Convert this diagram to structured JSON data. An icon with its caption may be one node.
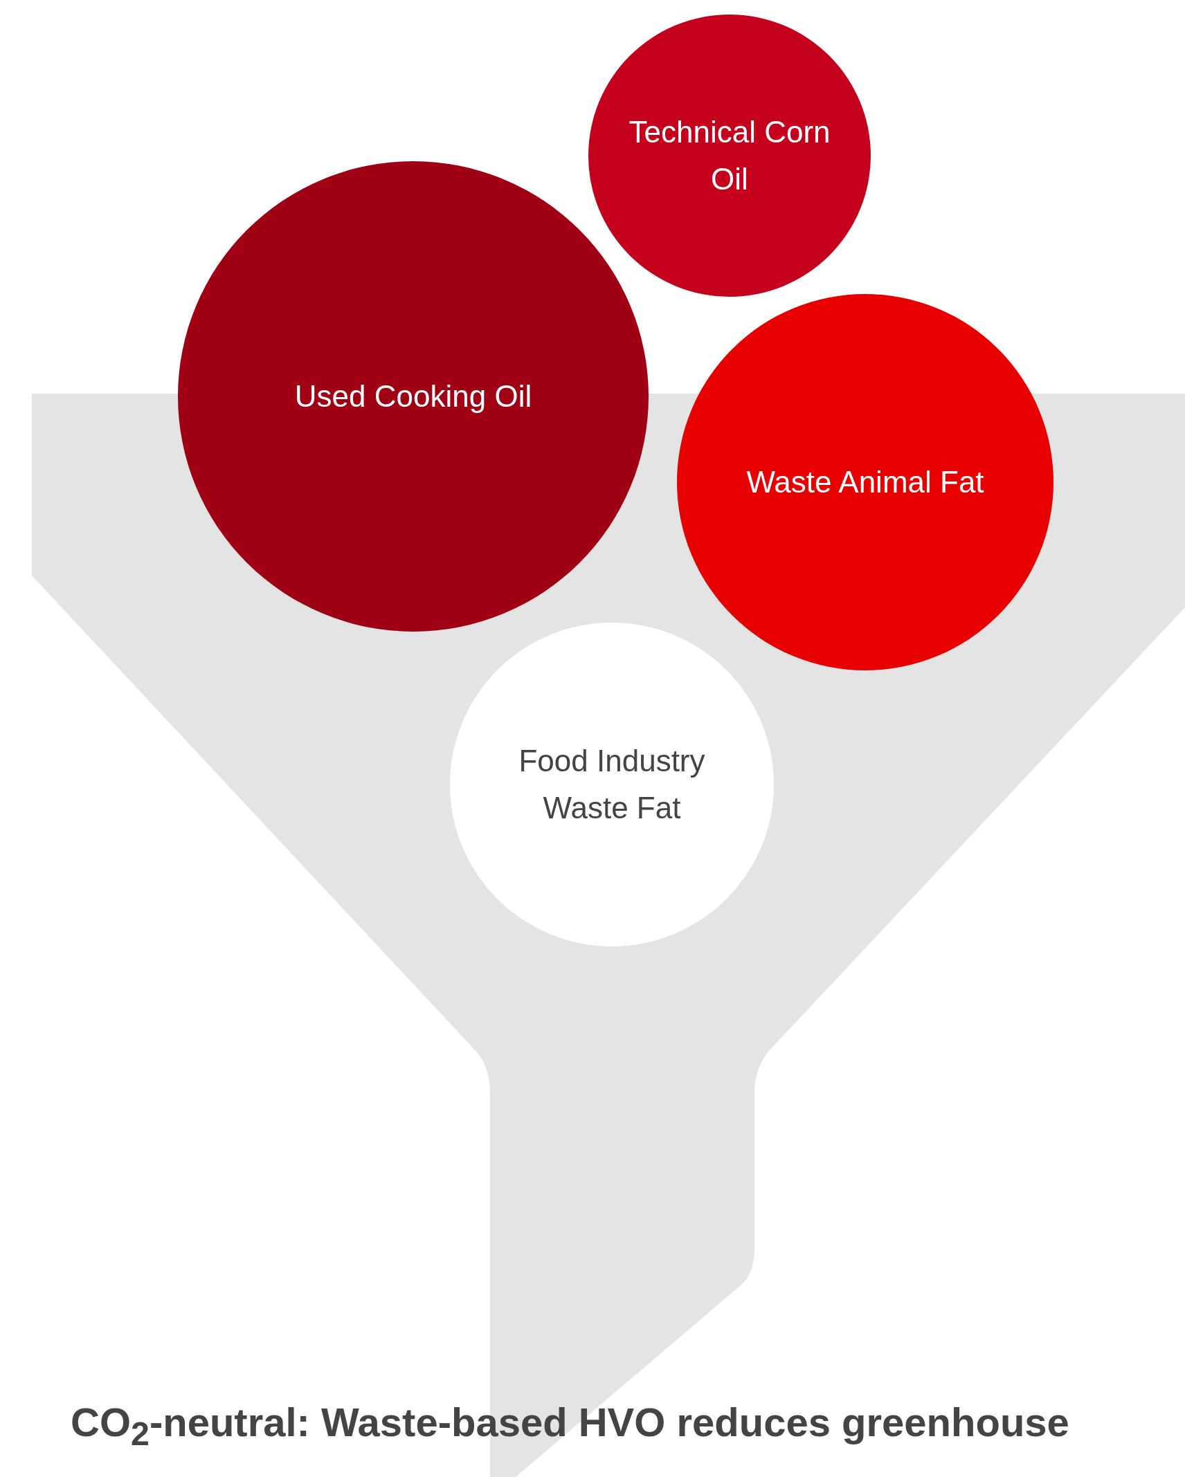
{
  "diagram": {
    "caption": "CO$_{2}$-neutral: Waste-based HVO reduces greenhouse",
    "nodes": [
      {
        "text": [
          "Technical Corn Oil"
        ]
      },
      {
        "text": [
          "Used Cooking Oil"
        ]
      },
      {
        "text": [
          "Waste Animal Fat"
        ]
      },
      {
        "text": [
          "Food Industry Waste Fat"
        ]
      }
    ],
    "edges": []
  }
}
